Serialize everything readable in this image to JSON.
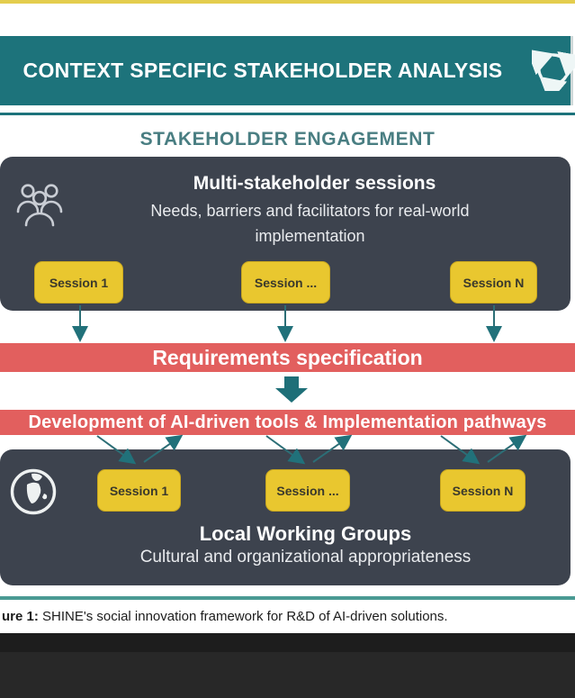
{
  "figure": {
    "header": {
      "title": "CONTEXT SPECIFIC STAKEHOLDER ANALYSIS",
      "icon": "cycle-arrows-icon"
    },
    "engagement_heading": "STAKEHOLDER ENGAGEMENT",
    "multi_stakeholder_box": {
      "icon": "people-group-icon",
      "title": "Multi-stakeholder sessions",
      "subtitle": "Needs, barriers and facilitators for real-world implementation",
      "sessions": [
        "Session 1",
        "Session ...",
        "Session N"
      ]
    },
    "requirements_banner": "Requirements specification",
    "development_banner": "Development of AI-driven tools & Implementation pathways",
    "local_working_groups_box": {
      "icon": "globe-icon",
      "title": "Local Working Groups",
      "subtitle": "Cultural and organizational appropriateness",
      "sessions": [
        "Session 1",
        "Session ...",
        "Session N"
      ]
    }
  },
  "caption": {
    "label": "ure 1:",
    "text": " SHINE's social innovation framework for R&D of AI-driven solutions."
  },
  "colors": {
    "accent_teal": "#1d737b",
    "accent_red": "#e25f5e",
    "accent_yellow": "#e9c72f",
    "dark_panel": "#3d434e",
    "divider_teal": "#4a9a93",
    "top_line_yellow": "#e4cd4e"
  }
}
